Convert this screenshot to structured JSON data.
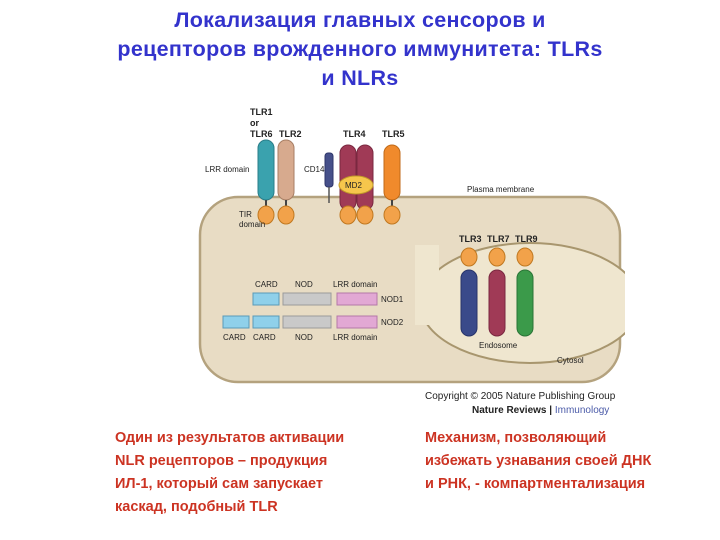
{
  "title": {
    "line1": "Локализация главных сенсоров и",
    "line2": "рецепторов врожденного иммунитета:  TLRs",
    "line3": "и NLRs"
  },
  "diagram": {
    "receptors_surface": {
      "tlr1": "TLR1",
      "or": "or",
      "tlr6": "TLR6",
      "tlr2": "TLR2",
      "tlr4": "TLR4",
      "tlr5": "TLR5",
      "cd14": "CD14",
      "md2": "MD2"
    },
    "labels": {
      "lrr_domain": "LRR domain",
      "tir": "TIR",
      "domain": "domain",
      "plasma_membrane": "Plasma membrane",
      "endosome": "Endosome",
      "cytosol": "Cytosol"
    },
    "receptors_endosome": [
      "TLR3",
      "TLR7",
      "TLR9"
    ],
    "nlr": {
      "header_card": "CARD",
      "header_nod": "NOD",
      "header_lrr": "LRR domain",
      "nod1": "NOD1",
      "nod2": "NOD2",
      "footer_card1": "CARD",
      "footer_card2": "CARD",
      "footer_nod": "NOD",
      "footer_lrr": "LRR domain"
    },
    "colors": {
      "cell": "#e8dcc4",
      "cell_border": "#b4a27e",
      "tlr_teal": "#3aa2ae",
      "tlr_tan": "#d7aa8e",
      "tlr_maroon": "#a03a56",
      "tir_orange": "#f2a24a",
      "md2_yellow": "#f6c64c",
      "cd14_navy": "#46508a",
      "tlr3_navy": "#3a4a8a",
      "tlr9_green": "#3b9a4a",
      "card_blue": "#8fd0ea",
      "nod_gray": "#c9c9c9",
      "lrr_pink": "#e2a8d4"
    }
  },
  "copyright": {
    "line1": "Copyright © 2005 Nature Publishing Group",
    "journal": "Nature Reviews",
    "separator": " | ",
    "section": "Immunology"
  },
  "notes": {
    "left": [
      "Один из результатов активации",
      "NLR рецепторов – продукция",
      "ИЛ-1, который сам запускает",
      "каскад, подобный TLR"
    ],
    "right": [
      "Механизм, позволяющий",
      "избежать узнавания своей ДНК",
      "и РНК, - компартментализация"
    ]
  }
}
